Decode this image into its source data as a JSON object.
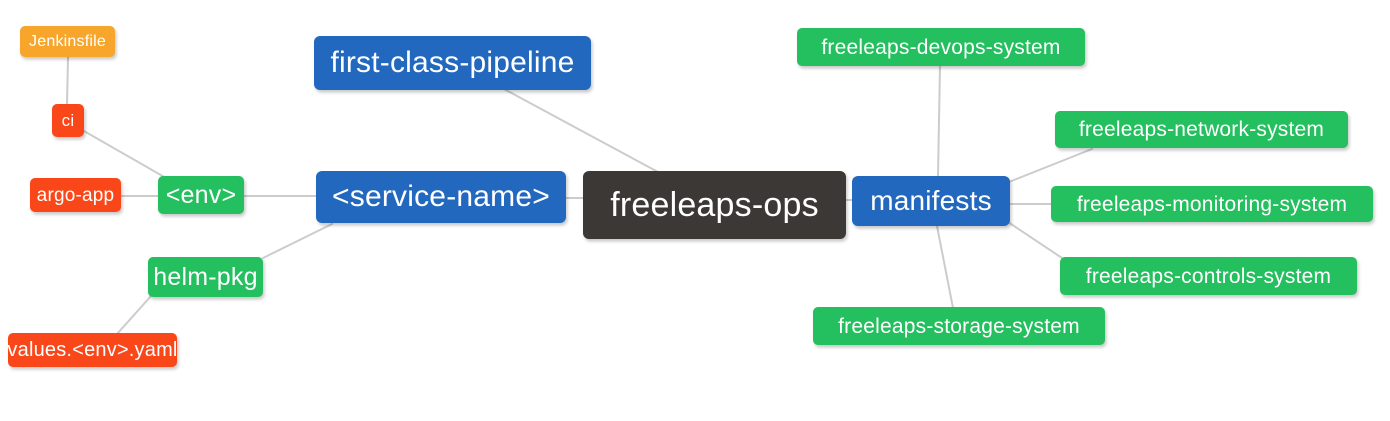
{
  "diagram": {
    "type": "mindmap",
    "background": "#ffffff",
    "connector_color": "#cccccc",
    "palette": {
      "blue": "#2268BE",
      "green": "#24BF5E",
      "red_orange": "#FA471A",
      "orange": "#F8A62B",
      "dark": "#3B3836",
      "text": "#ffffff"
    },
    "root": "freeleaps_ops",
    "nodes": {
      "freeleaps_ops": {
        "label": "freeleaps-ops",
        "color": "#3B3836"
      },
      "first_class_pipeline": {
        "label": "first-class-pipeline",
        "color": "#2268BE"
      },
      "service_name": {
        "label": "<service-name>",
        "color": "#2268BE"
      },
      "manifests": {
        "label": "manifests",
        "color": "#2268BE"
      },
      "env": {
        "label": "<env>",
        "color": "#24BF5E"
      },
      "helm_pkg": {
        "label": "helm-pkg",
        "color": "#24BF5E"
      },
      "ci": {
        "label": "ci",
        "color": "#FA471A"
      },
      "argo_app": {
        "label": "argo-app",
        "color": "#FA471A"
      },
      "jenkinsfile": {
        "label": "Jenkinsfile",
        "color": "#F8A62B"
      },
      "values_env_yaml": {
        "label": "values.<env>.yaml",
        "color": "#FA471A"
      },
      "devops_system": {
        "label": "freeleaps-devops-system",
        "color": "#24BF5E"
      },
      "network_system": {
        "label": "freeleaps-network-system",
        "color": "#24BF5E"
      },
      "monitoring_system": {
        "label": "freeleaps-monitoring-system",
        "color": "#24BF5E"
      },
      "controls_system": {
        "label": "freeleaps-controls-system",
        "color": "#24BF5E"
      },
      "storage_system": {
        "label": "freeleaps-storage-system",
        "color": "#24BF5E"
      }
    },
    "edges": [
      {
        "from": "jenkinsfile",
        "to": "ci"
      },
      {
        "from": "ci",
        "to": "env"
      },
      {
        "from": "argo_app",
        "to": "env"
      },
      {
        "from": "env",
        "to": "service_name"
      },
      {
        "from": "helm_pkg",
        "to": "service_name"
      },
      {
        "from": "values_env_yaml",
        "to": "helm_pkg"
      },
      {
        "from": "first_class_pipeline",
        "to": "freeleaps_ops"
      },
      {
        "from": "service_name",
        "to": "freeleaps_ops"
      },
      {
        "from": "freeleaps_ops",
        "to": "manifests"
      },
      {
        "from": "manifests",
        "to": "devops_system"
      },
      {
        "from": "manifests",
        "to": "network_system"
      },
      {
        "from": "manifests",
        "to": "monitoring_system"
      },
      {
        "from": "manifests",
        "to": "controls_system"
      },
      {
        "from": "manifests",
        "to": "storage_system"
      }
    ]
  }
}
